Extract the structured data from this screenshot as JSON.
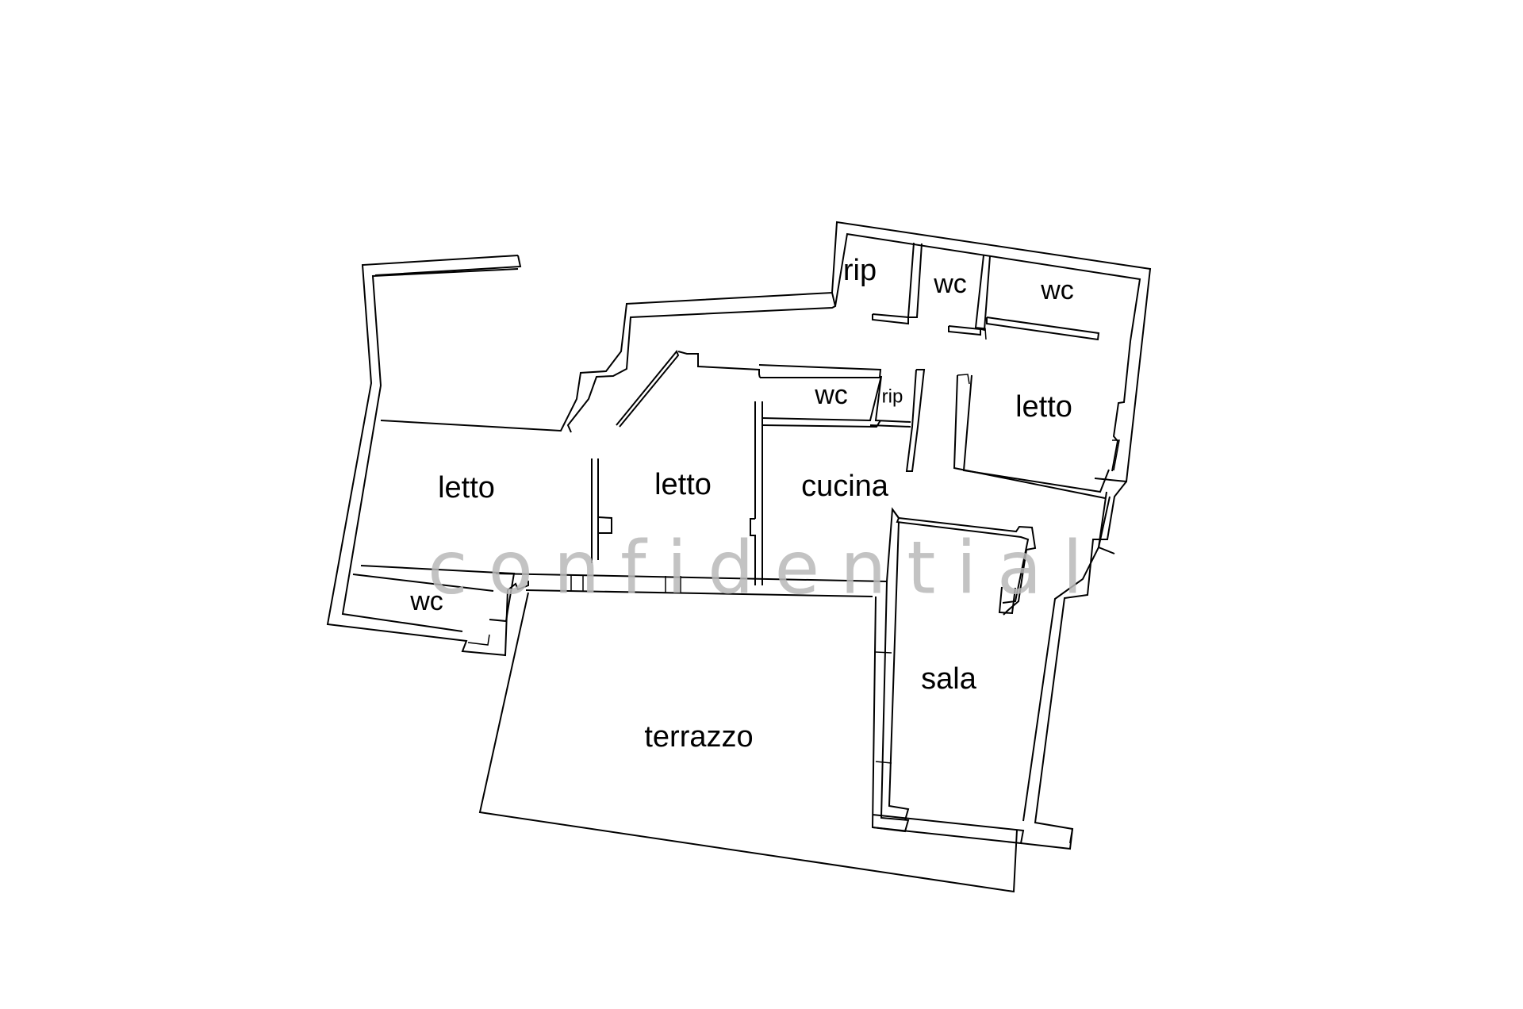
{
  "rooms": {
    "rip_top": "rip",
    "wc_top_1": "wc",
    "wc_top_2": "wc",
    "letto_right": "letto",
    "wc_mid": "wc",
    "rip_mid": "rip",
    "letto_left": "letto",
    "letto_center": "letto",
    "cucina": "cucina",
    "wc_bottom_left": "wc",
    "sala": "sala",
    "terrazzo": "terrazzo"
  },
  "watermark": "confidential"
}
